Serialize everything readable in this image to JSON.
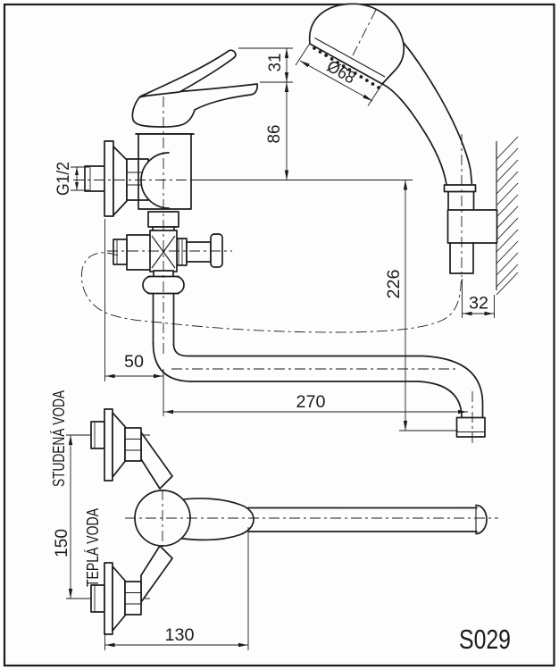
{
  "drawing": {
    "product_code": "S029",
    "background": "#fdfdfd",
    "line_color": "#1c1c1c",
    "dimensions": {
      "inlet_thread": "G1/2",
      "lever_rise": "31",
      "body_height": "86",
      "handset_diameter": "Ø68",
      "outlet_drop": "226",
      "bracket_depth": "32",
      "riser_offset": "50",
      "spout_reach": "270",
      "inlet_spacing": "150",
      "body_length": "130"
    },
    "labels": {
      "cold_water": "STUDENÁ VODA",
      "hot_water": "TEPLÁ VODA"
    }
  }
}
